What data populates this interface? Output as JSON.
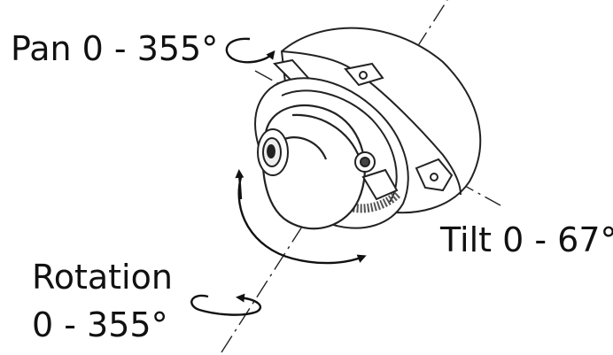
{
  "labels": {
    "pan": "Pan 0 - 355°",
    "tilt": "Tilt 0 - 67°",
    "rotation_line1": "Rotation",
    "rotation_line2": "0 - 355°"
  }
}
